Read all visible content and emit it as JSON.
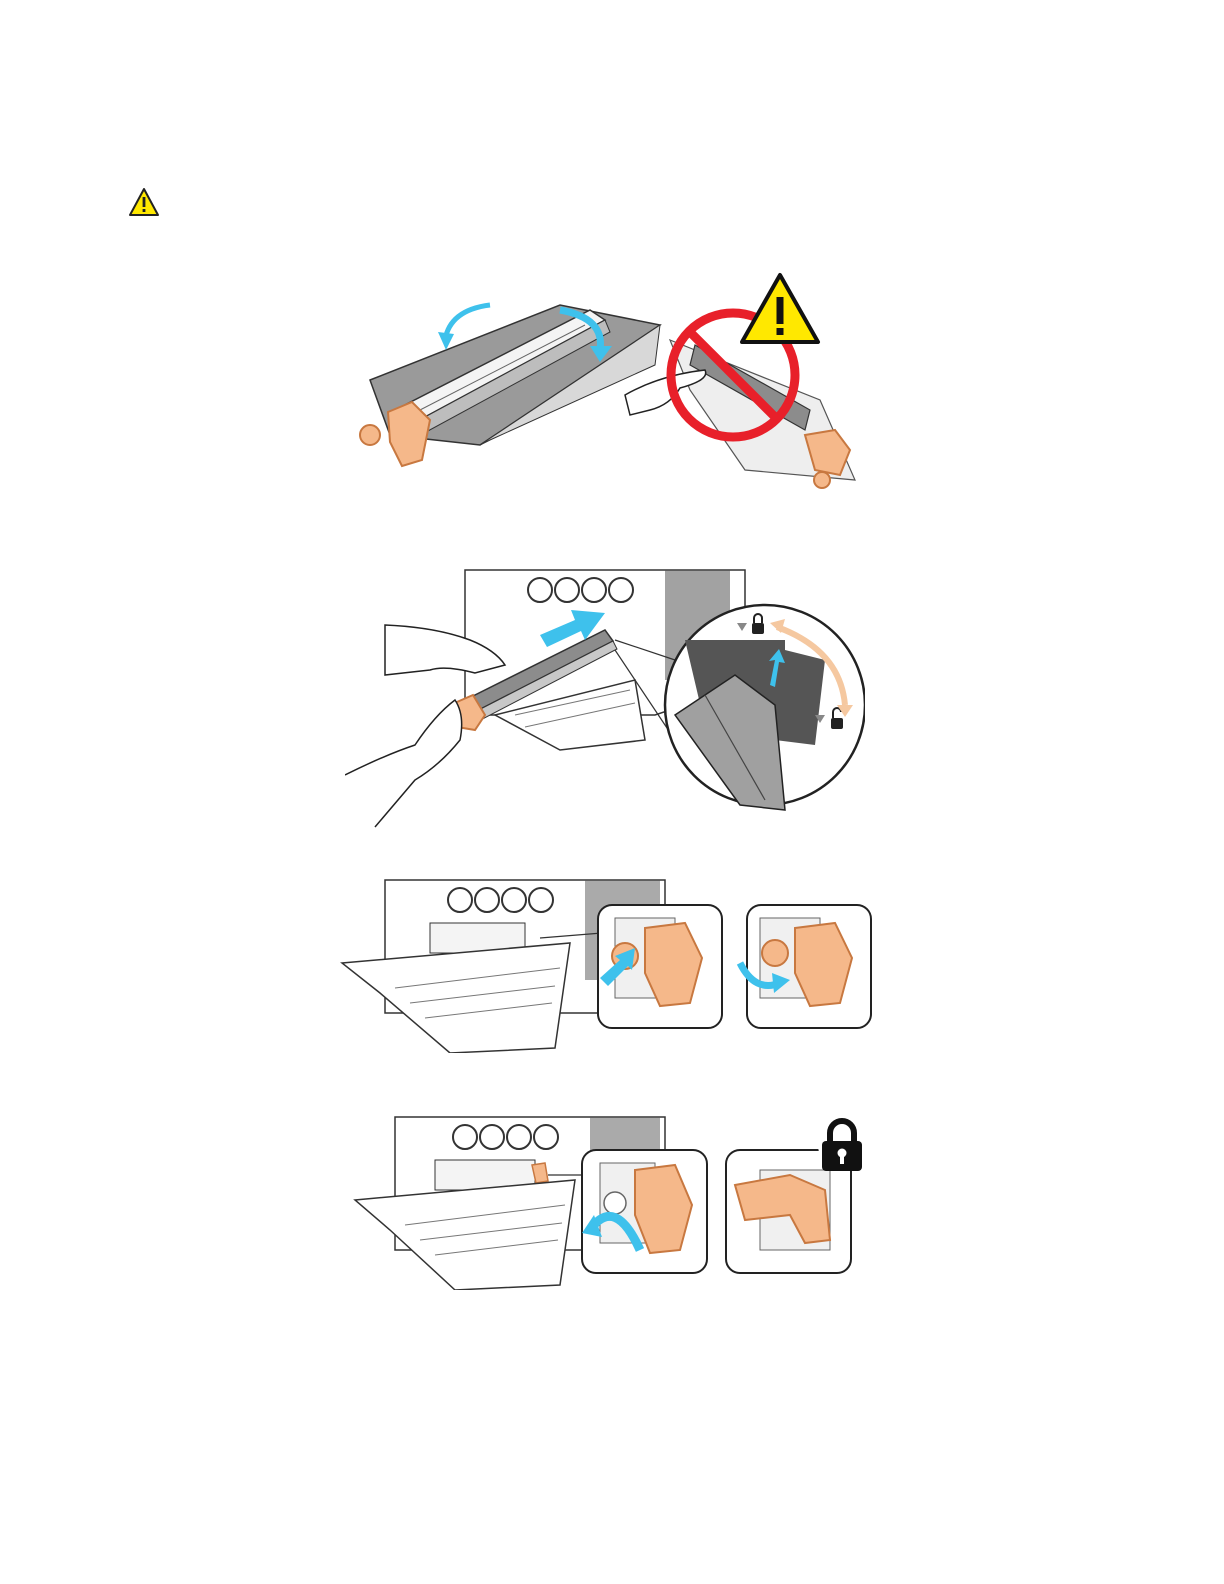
{
  "page": {
    "warning_icon": "warning-triangle-icon",
    "illustrations": [
      {
        "name": "remove-protective-sheet",
        "icons": [
          "rotate-arrow-icon",
          "do-not-touch-prohibition-icon",
          "warning-triangle-icon",
          "hand-icon"
        ]
      },
      {
        "name": "insert-drum-cartridge",
        "icons": [
          "push-arrow-icon",
          "lock-icon",
          "unlock-icon",
          "hand-icon"
        ]
      },
      {
        "name": "push-and-turn-knob",
        "icons": [
          "push-arrow-icon",
          "rotate-arrow-icon"
        ]
      },
      {
        "name": "lock-cartridge-lever",
        "icons": [
          "rotate-arrow-icon",
          "padlock-icon"
        ]
      }
    ],
    "colors": {
      "accent_blue": "#3ec1ec",
      "orange_part": "#f5b88a",
      "orange_edge": "#c87840",
      "warning_yellow": "#ffe800",
      "prohibition_red": "#e8202a",
      "gray_cover": "#8c8c8c"
    }
  }
}
